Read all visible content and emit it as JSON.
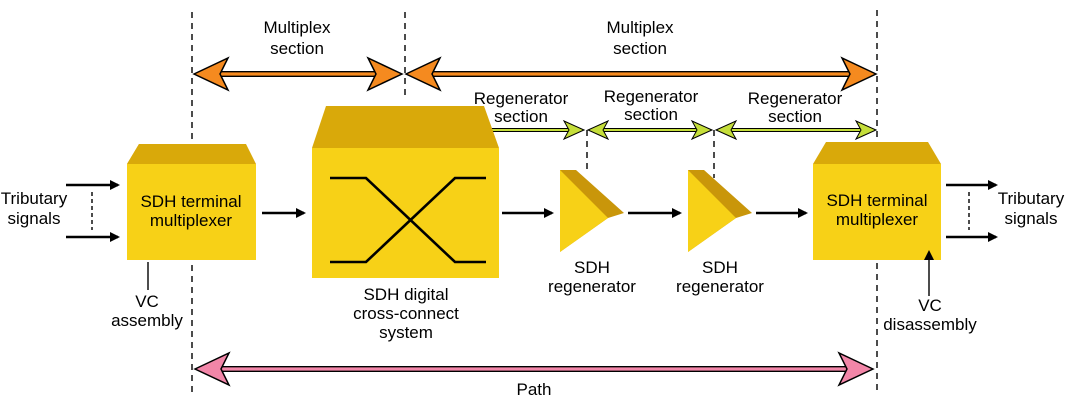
{
  "colors": {
    "box_front": "#F7D117",
    "box_top": "#D9A90A",
    "regenerator_front": "#F7D117",
    "regenerator_shadow": "#C9960A",
    "multiplex_arrow": "#F58A1F",
    "regenerator_arrow": "#C5DE3A",
    "path_arrow": "#F286A8",
    "line": "#000000"
  },
  "labels": {
    "multiplex_section_1": [
      "Multiplex",
      "section"
    ],
    "multiplex_section_2": [
      "Multiplex",
      "section"
    ],
    "regenerator_section_1": [
      "Regenerator",
      "section"
    ],
    "regenerator_section_2": [
      "Regenerator",
      "section"
    ],
    "regenerator_section_3": [
      "Regenerator",
      "section"
    ],
    "tributary_in": [
      "Tributary",
      "signals"
    ],
    "tributary_out": [
      "Tributary",
      "signals"
    ],
    "terminal_mux_1": [
      "SDH terminal",
      "multiplexer"
    ],
    "terminal_mux_2": [
      "SDH terminal",
      "multiplexer"
    ],
    "cross_connect": [
      "SDH digital",
      "cross-connect",
      "system"
    ],
    "regenerator_1": [
      "SDH",
      "regenerator"
    ],
    "regenerator_2": [
      "SDH",
      "regenerator"
    ],
    "vc_assembly": [
      "VC",
      "assembly"
    ],
    "vc_disassembly": [
      "VC",
      "disassembly"
    ],
    "path": "Path"
  },
  "icons": {
    "terminal_box": "box-3d-icon",
    "cross_connect_box": "cross-connect-box-icon",
    "regenerator": "triangle-icon"
  }
}
